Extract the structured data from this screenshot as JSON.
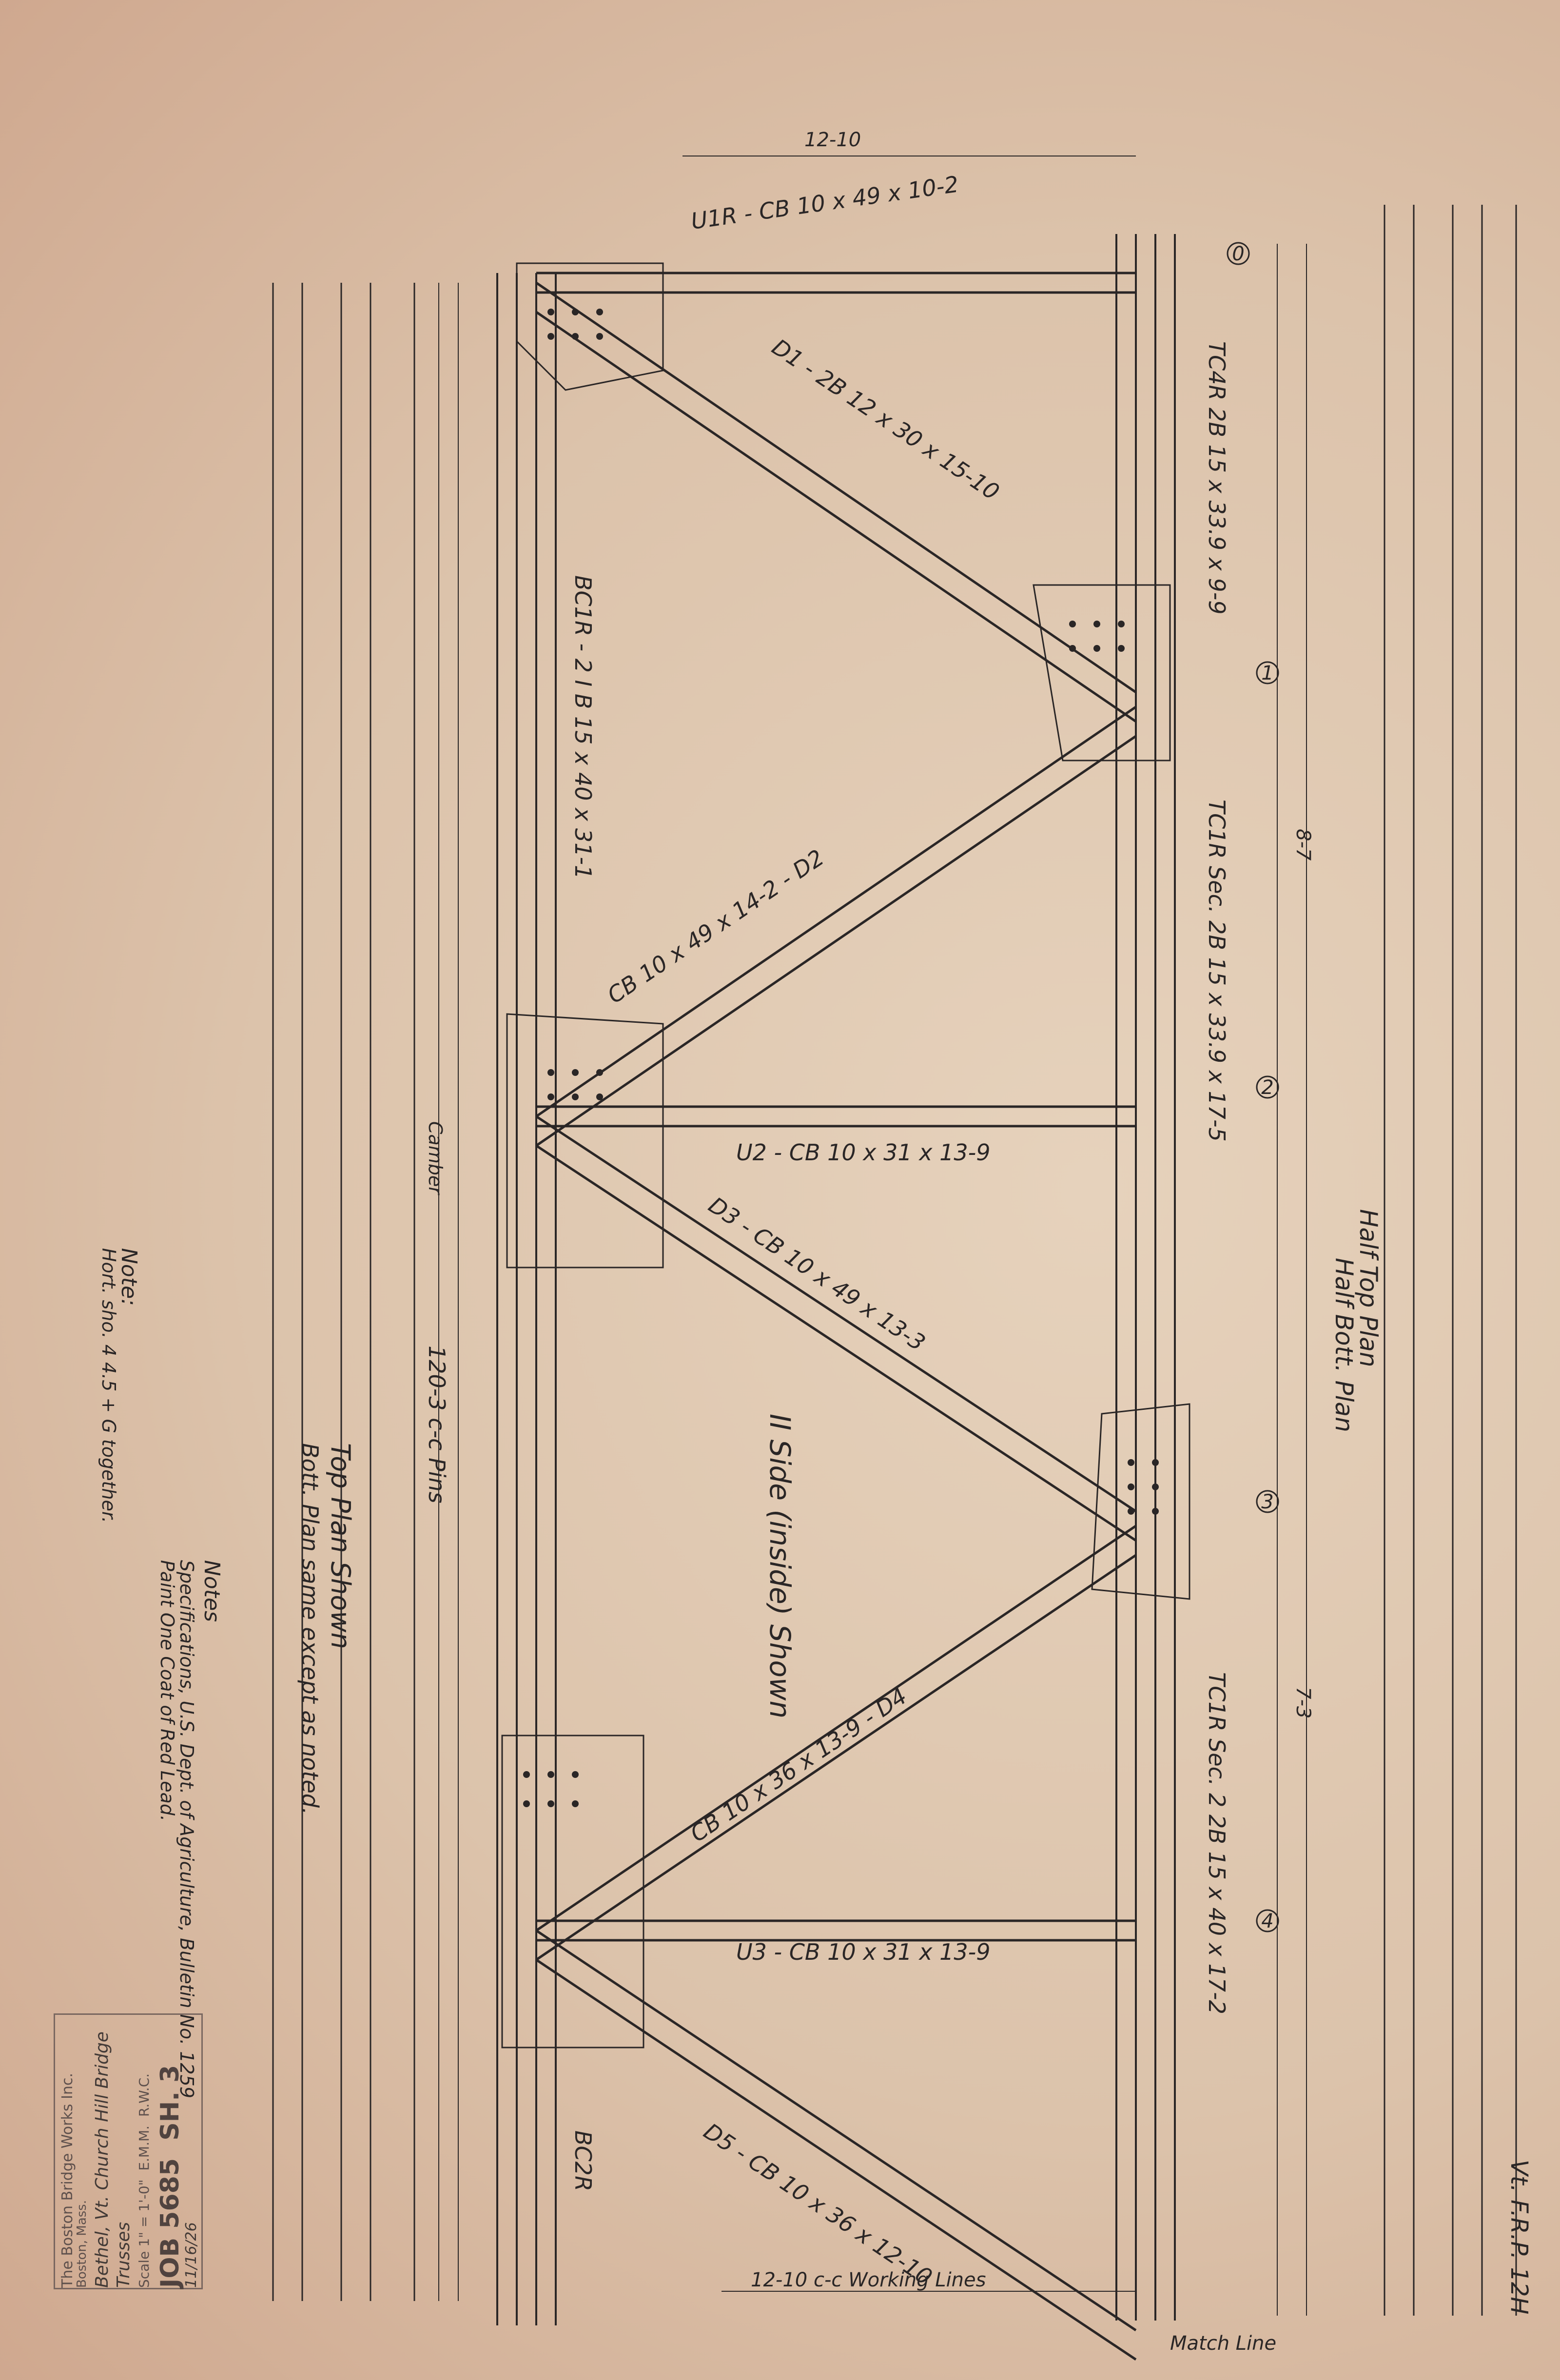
{
  "sheet": {
    "project": "Bethel, Vt. Church Hill Bridge",
    "drawing_title": "Trusses",
    "company": "The Boston Bridge Works Inc.",
    "company_city": "Boston, Mass.",
    "job_label": "JOB",
    "job_number": "5685",
    "sheet_label": "SH.",
    "sheet_number": "3",
    "scale_label": "Scale",
    "scale": "1\" = 1'-0\"",
    "date": "11/16/26",
    "drawn_by": "E.M.M.",
    "checked_by": "R.W.C.",
    "corner_label": "Vt. F.R.P. 12H"
  },
  "notes": {
    "heading": "Notes",
    "spec": "Specifications, U.S. Dept. of Agriculture, Bulletin No. 1259",
    "paint": "Paint One Coat of Red Lead.",
    "short_heading": "Note:",
    "short_note": "Hort. sho. 4 4.5 + G together."
  },
  "views": {
    "side": "II Side (inside) Shown",
    "top_plan": "Top Plan Shown",
    "bott_plan": "Bott. Plan same except as noted.",
    "half_top": "Half Top Plan",
    "half_bott": "Half Bott. Plan",
    "match_line": "Match Line",
    "working_lines": "12-10 c-c Working Lines",
    "pins": "120-3 c-c Pins",
    "camber": "Camber"
  },
  "members": {
    "u1": "U1R - CB 10 x 49 x 10-2",
    "u2": "U2 - CB 10 x 31 x 13-9",
    "u3": "U3 - CB 10 x 31 x 13-9",
    "d1": "D1 - 2B 12 x 30 x 15-10",
    "d2": "CB 10 x 49 x 14-2 - D2",
    "d3": "D3 - CB 10 x 49 x 13-3",
    "d4": "CB 10 x 36 x 13-9 - D4",
    "d5": "D5 - CB 10 x 36 x 12-10",
    "tc4": "TC4R 2B 15 x 33.9 x 9-9",
    "tc1": "TC1R Sec. 2B 15 x 33.9 x 17-5",
    "tc1b": "TC1R Sec. 2 2B 15 x 40 x 17-2",
    "bc1": "BC1R - 2 I B 15 x 40 x 31-1",
    "bc2": "BC2R",
    "spacing": "12-10",
    "dim_a": "8-7",
    "dim_b": "7-3"
  },
  "panel_points": [
    "0",
    "1",
    "2",
    "3",
    "4"
  ]
}
